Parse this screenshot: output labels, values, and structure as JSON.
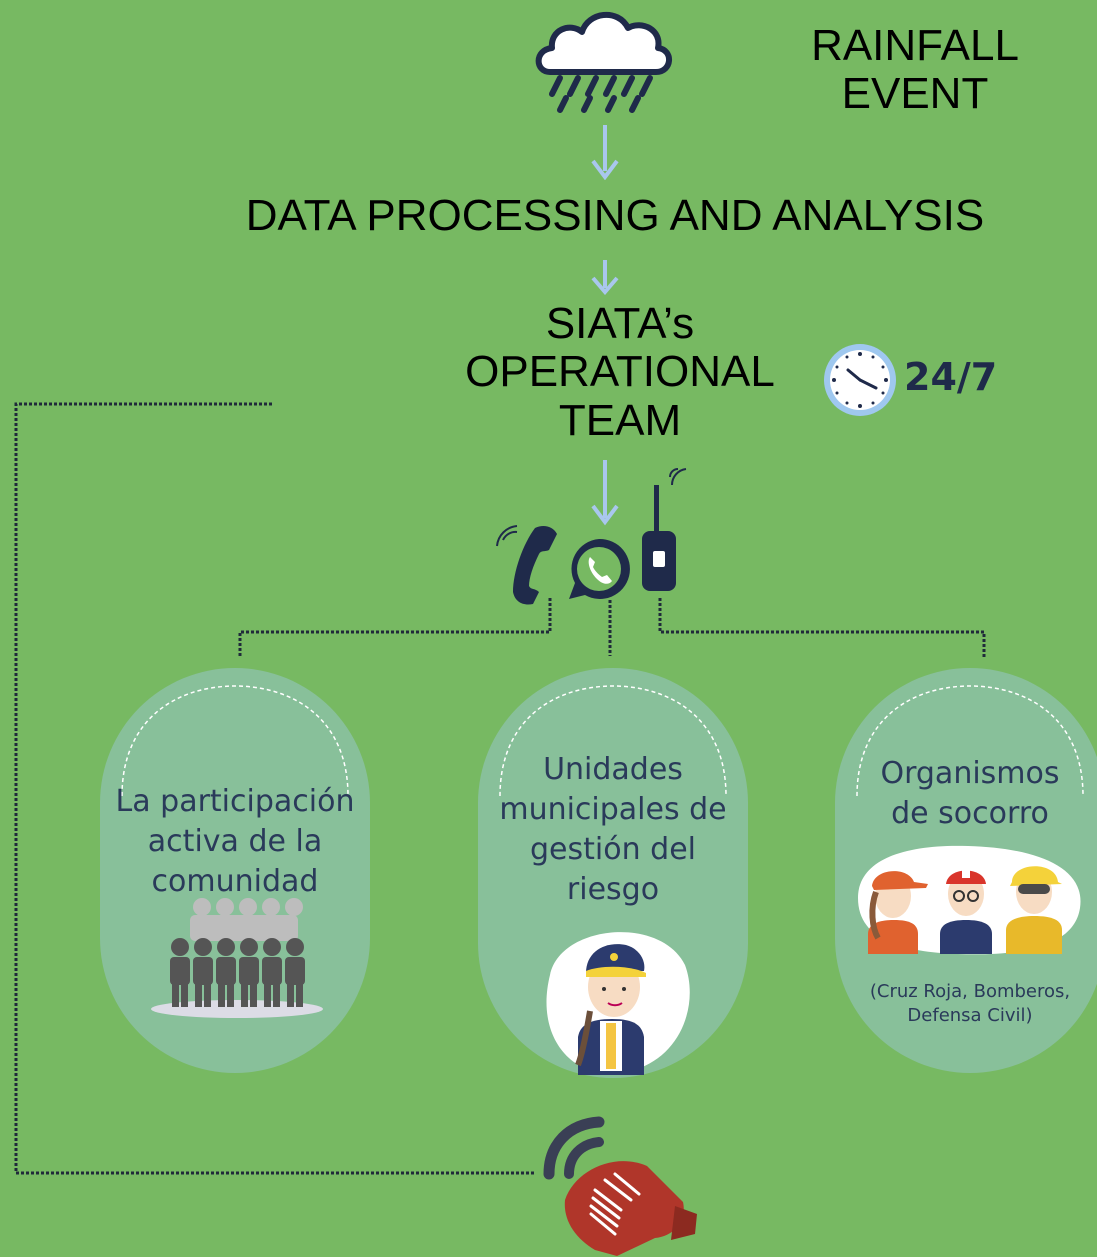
{
  "header": {
    "event_line1": "RAINFALL",
    "event_line2": "EVENT"
  },
  "flow": {
    "processing": "DATA PROCESSING AND ANALYSIS",
    "team_line1": "SIATA’s",
    "team_line2": "OPERATIONAL",
    "team_line3": "TEAM",
    "availability": "24/7"
  },
  "groups": [
    {
      "lines": [
        "La participación",
        "activa de la",
        "comunidad"
      ]
    },
    {
      "lines": [
        "Unidades",
        "municipales de",
        "gestión del",
        "riesgo"
      ]
    },
    {
      "lines": [
        "Organismos",
        "de socorro"
      ],
      "caption_lines": [
        "(Cruz Roja, Bomberos,",
        "Defensa Civil)"
      ]
    }
  ],
  "icons": {
    "weather": "rain-cloud-icon",
    "clock": "clock-icon",
    "phone": "phone-icon",
    "chat": "whatsapp-icon",
    "radio": "walkie-talkie-icon",
    "siren": "siren-icon"
  },
  "colors": {
    "background": "#77b962",
    "bubble": "#88c09a",
    "arrow": "#a9c7ee",
    "text_dark": "#2a3a5a",
    "siren": "#b0362a"
  }
}
